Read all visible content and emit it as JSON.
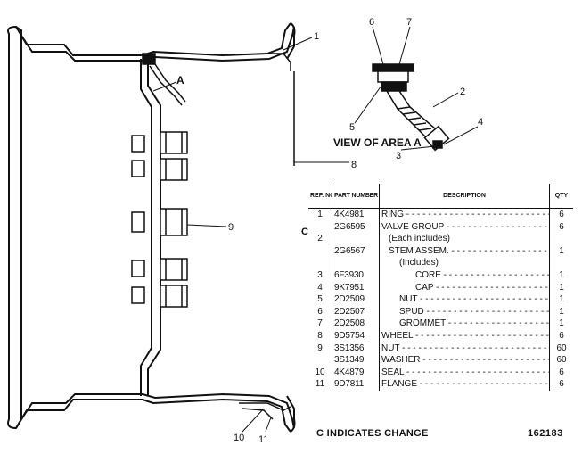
{
  "callouts": {
    "c1": "1",
    "c2": "2",
    "c3": "3",
    "c4": "4",
    "c5": "5",
    "c6": "6",
    "c7": "7",
    "c8": "8",
    "c9": "9",
    "c10": "10",
    "c11": "11"
  },
  "area_label": "A",
  "view_label": "VIEW OF AREA A",
  "change_marker": "C",
  "table": {
    "headers": {
      "ref": "REF. NO.",
      "part": "PART NUMBER",
      "desc": "DESCRIPTION",
      "qty": "QTY"
    },
    "rows": [
      {
        "ref": "1",
        "part": "4K4981",
        "desc": "RING",
        "qty": "6",
        "indent": 0
      },
      {
        "ref": "",
        "part": "2G6595",
        "desc": "VALVE GROUP",
        "qty": "6",
        "indent": 0
      },
      {
        "ref": "2",
        "part": "",
        "desc": "(Each includes)",
        "qty": "",
        "indent": 1
      },
      {
        "ref": "",
        "part": "2G6567",
        "desc": "STEM ASSEM.",
        "qty": "1",
        "indent": 1
      },
      {
        "ref": "",
        "part": "",
        "desc": "(Includes)",
        "qty": "",
        "indent": 2
      },
      {
        "ref": "3",
        "part": "6F3930",
        "desc": "CORE",
        "qty": "1",
        "indent": 4
      },
      {
        "ref": "4",
        "part": "9K7951",
        "desc": "CAP",
        "qty": "1",
        "indent": 4
      },
      {
        "ref": "5",
        "part": "2D2509",
        "desc": "NUT",
        "qty": "1",
        "indent": 2
      },
      {
        "ref": "6",
        "part": "2D2507",
        "desc": "SPUD",
        "qty": "1",
        "indent": 2
      },
      {
        "ref": "7",
        "part": "2D2508",
        "desc": "GROMMET",
        "qty": "1",
        "indent": 2
      },
      {
        "ref": "8",
        "part": "9D5754",
        "desc": "WHEEL",
        "qty": "6",
        "indent": 0
      },
      {
        "ref": "9",
        "part": "3S1356",
        "desc": "NUT",
        "qty": "60",
        "indent": 0
      },
      {
        "ref": "",
        "part": "3S1349",
        "desc": "WASHER",
        "qty": "60",
        "indent": 0
      },
      {
        "ref": "10",
        "part": "4K4879",
        "desc": "SEAL",
        "qty": "6",
        "indent": 0
      },
      {
        "ref": "11",
        "part": "9D7811",
        "desc": "FLANGE",
        "qty": "6",
        "indent": 0
      }
    ]
  },
  "footer_note": "C INDICATES CHANGE",
  "drawing_number": "162183"
}
